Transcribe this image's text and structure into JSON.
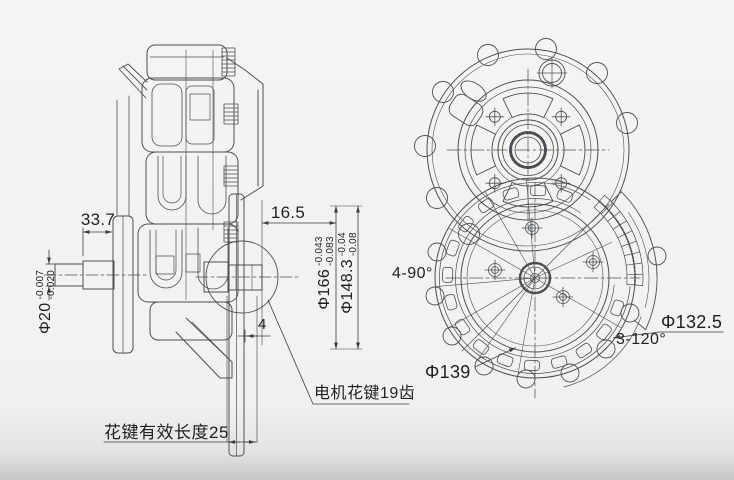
{
  "page": {
    "background_top": "#f4f4f2",
    "background_bottom": "#c7c7c5",
    "line_color": "#4b4f54",
    "text_color": "#1f1f1f"
  },
  "left_view": {
    "description": "gearbox side section view",
    "dims": {
      "shaft_shoulder_length": "33.7",
      "flange_depth": "16.5",
      "gap": "4",
      "input_shaft_dia": {
        "nominal": "Φ20",
        "upper": "-0.007",
        "lower": "-0.020"
      },
      "flange_dia": {
        "nominal": "Φ166",
        "upper": "-0.043",
        "lower": "-0.083"
      },
      "spigot_dia": {
        "nominal": "Φ148.3",
        "upper": "-0.04",
        "lower": "-0.08"
      },
      "motor_spline_note": "电机花键19齿",
      "spline_effective_length_note": "花键有效长度25"
    }
  },
  "right_view": {
    "description": "gearbox front view",
    "dims": {
      "slots_note": "4-90°",
      "ring_dia": "Φ139",
      "bolt_circle_dia": "Φ132.5",
      "holes_note": "3-120°"
    }
  }
}
